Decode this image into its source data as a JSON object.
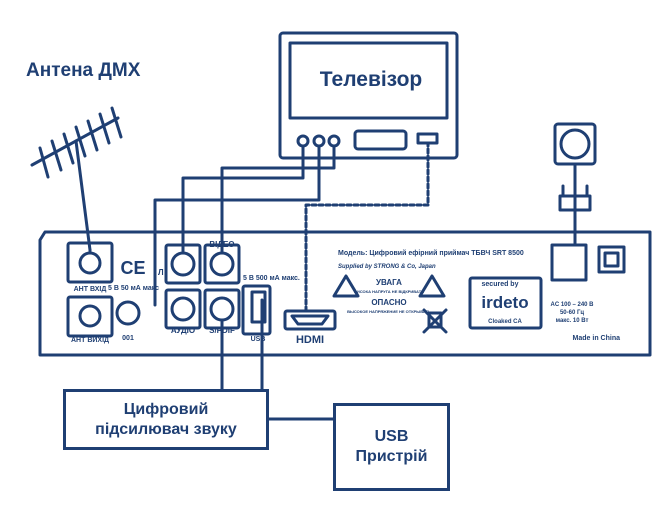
{
  "antenna": {
    "title": "Антена ДМХ"
  },
  "tv": {
    "title": "Телевізор"
  },
  "amplifier": {
    "line1": "Цифровий",
    "line2": "підсилювач звуку"
  },
  "usb_device": {
    "line1": "USB",
    "line2": "Пристрій"
  },
  "receiver": {
    "model_text": "Модель: Цифровий ефірний приймач ТБВЧ SRT 8500",
    "supplier_text": "Supplied by STRONG & Co, Japan",
    "ant_in": "АНТ ВХІД",
    "ant_out": "АНТ ВИХІД",
    "ant_power": "5 В 50 мА макс",
    "video": "ВІДЕО",
    "audio": "АУДІО",
    "spdif": "S/PDIF",
    "audio_l": "Л",
    "usb_power": "5 В 500 мА макс.",
    "usb": "USB",
    "hdmi": "HDMI",
    "warning_ua": "УВАГА",
    "warning_ua_sub": "ВИСОКА НАПРУГА НЕ ВІДКРИВАТИ",
    "warning_ru": "ОПАСНО",
    "warning_ru_sub": "ВЫСОКОЕ НАПРЯЖЕНИЕ НЕ ОТКРЫВАТЬ",
    "secured_by": "secured by",
    "irdeto": "irdeto",
    "cloaked": "Cloaked CA",
    "ce": "CE",
    "cert_number": "001",
    "power_line1": "AC 100 – 240 В",
    "power_line2": "50-60 Гц",
    "power_line3": "макс. 10 Вт",
    "made_in": "Made in China"
  },
  "colors": {
    "ink": "#1f3f73",
    "panel": "#ffffff",
    "accent": "#1f3f73"
  }
}
